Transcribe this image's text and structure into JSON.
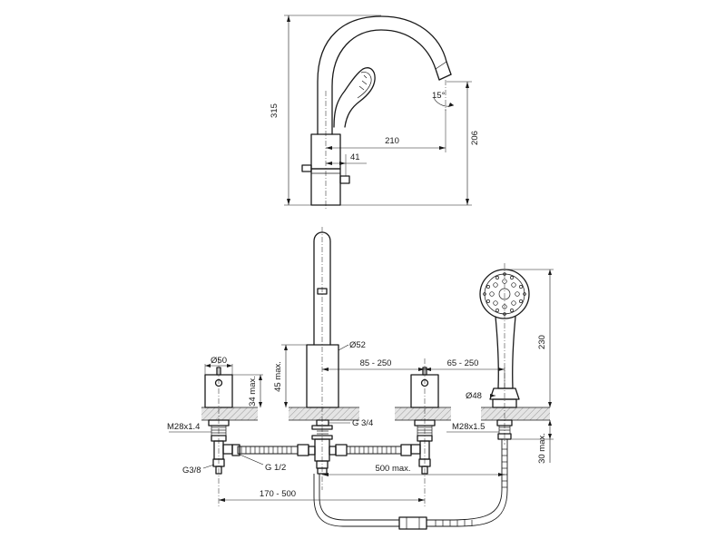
{
  "dimensions": {
    "height_total": "315",
    "height_spout": "206",
    "reach": "210",
    "lever": "41",
    "angle": "15°",
    "spout_diameter": "Ø52",
    "spacing_left": "85 - 250",
    "spacing_right": "65 - 250",
    "deck_left": "45 max.",
    "deck_valve": "34 max.",
    "shower_height": "230",
    "shower_deck": "30 max.",
    "valve_diameter": "Ø50",
    "holder_diameter": "Ø48",
    "thread_left": "M28x1.4",
    "thread_right": "M28x1.5",
    "thread_inlet": "G3/8",
    "thread_hose": "G 1/2",
    "thread_spout": "G 3/4",
    "hose_length": "500 max.",
    "valve_spacing": "170 - 500"
  }
}
